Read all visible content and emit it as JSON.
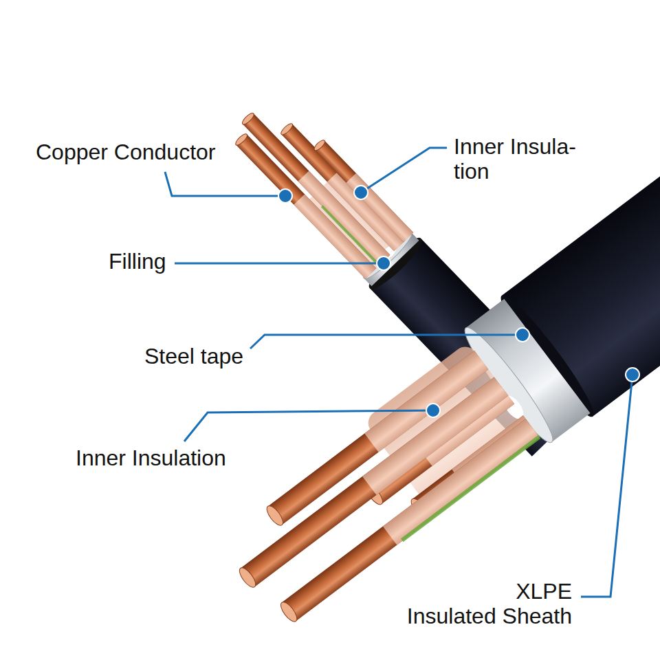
{
  "diagram": {
    "labels": [
      "Copper Conductor",
      "Inner Insula- tion",
      "Filling",
      "Steel tape",
      "Inner Insulation",
      "XLPE Insulated Sheath"
    ]
  }
}
